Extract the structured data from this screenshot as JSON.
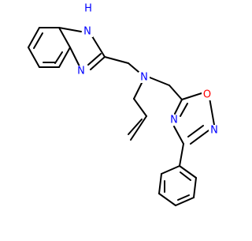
{
  "molecule": {
    "atom_labels": {
      "nh": "H",
      "n_nh": "N",
      "n_imidazole": "N",
      "n_amine": "N",
      "o_oxadiazole": "O",
      "n_oxadiazole_2": "N",
      "n_oxadiazole_4": "N"
    },
    "colors": {
      "bond": "#000000",
      "nitrogen": "#0000ff",
      "oxygen": "#ff0000"
    }
  }
}
